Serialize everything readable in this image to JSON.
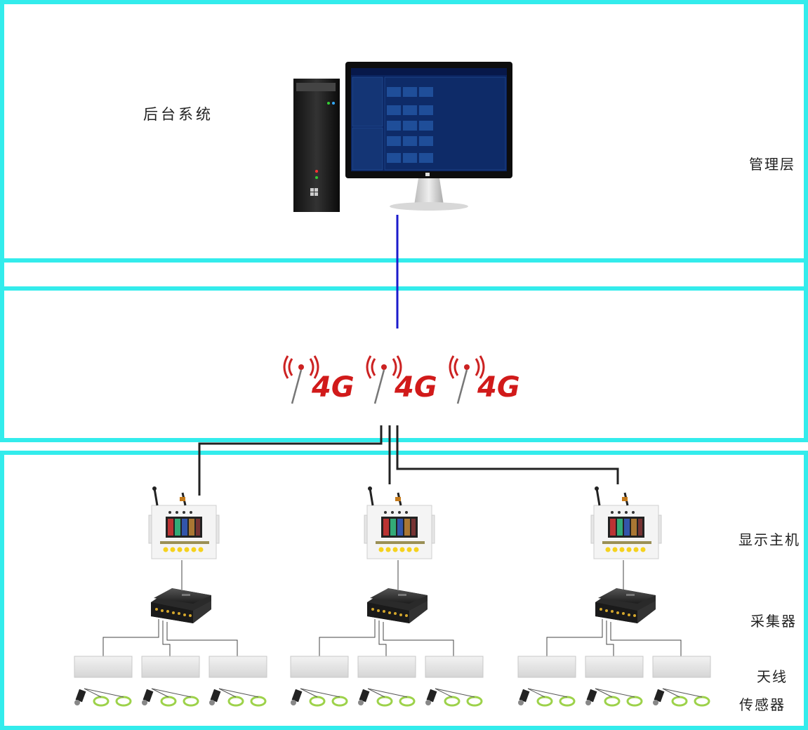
{
  "labels": {
    "backend": "后台系统",
    "management_layer": "管理层",
    "display_host": "显示主机",
    "collector": "采集器",
    "antenna": "天线",
    "sensor": "传感器"
  },
  "network": {
    "badge_text": "4G"
  },
  "colors": {
    "layer_border": "#33ecec",
    "uplink": "#1a1acc",
    "link": "#222222",
    "signal": "#cc2222"
  }
}
